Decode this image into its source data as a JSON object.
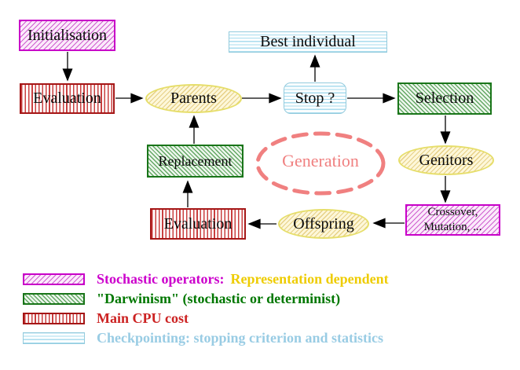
{
  "nodes": {
    "initialisation": {
      "label": "Initialisation"
    },
    "evaluation_top": {
      "label": "Evaluation"
    },
    "best_individual": {
      "label": "Best individual"
    },
    "parents": {
      "label": "Parents"
    },
    "stop": {
      "label": "Stop ?"
    },
    "selection": {
      "label": "Selection"
    },
    "replacement": {
      "label": "Replacement"
    },
    "genitors": {
      "label": "Genitors"
    },
    "generation": {
      "label": "Generation"
    },
    "crossover": {
      "line1": "Crossover,",
      "line2": "Mutation, ..."
    },
    "offspring": {
      "label": "Offspring"
    },
    "evaluation_bottom": {
      "label": "Evaluation"
    }
  },
  "legend": {
    "items": [
      {
        "swatch": "magenta-hatch",
        "label": "Stochastic operators:",
        "label2": "Representation dependent",
        "color": "#cc00cc",
        "color2": "#eecc00"
      },
      {
        "swatch": "green-hatch",
        "label": "\"Darwinism\" (stochastic or determinist)",
        "color": "#007700"
      },
      {
        "swatch": "red-stripes",
        "label": "Main CPU cost",
        "color": "#cc2222"
      },
      {
        "swatch": "cyan-stripes",
        "label": "Checkpointing: stopping criterion and statistics",
        "color": "#99cce4"
      }
    ]
  },
  "colors": {
    "magenta_border": "#c800c8",
    "green_border": "#197519",
    "red_border": "#a51616",
    "cyan_border": "#94cbdd",
    "yellow_border": "#e6de6a",
    "salmon_dashed": "#f08080",
    "arrow": "#000000",
    "background": "#ffffff"
  }
}
